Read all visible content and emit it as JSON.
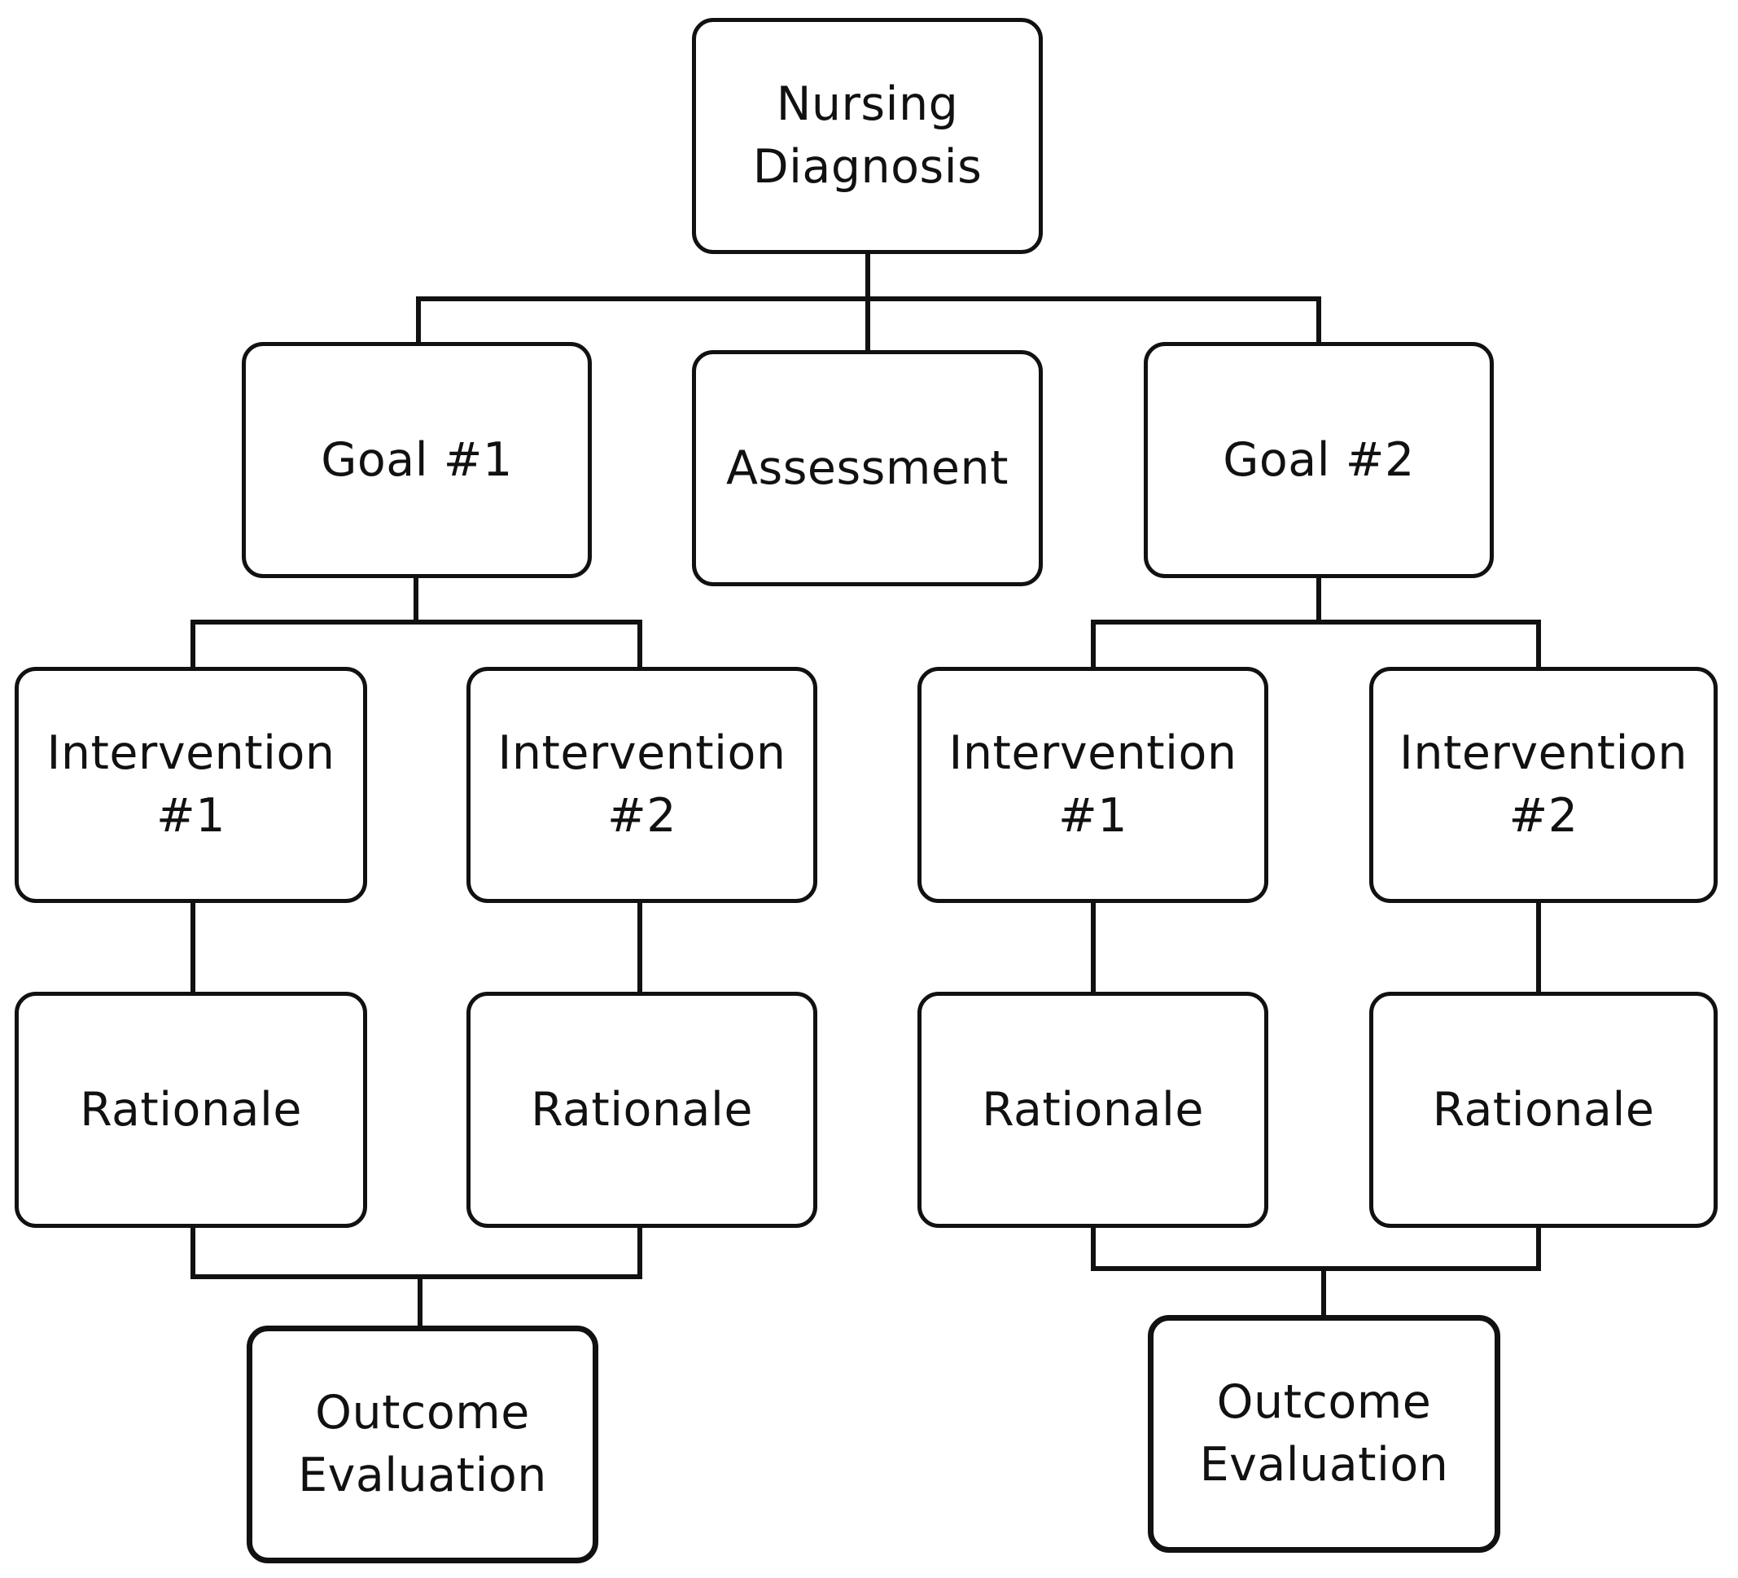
{
  "diagram": {
    "root": "Nursing\nDiagnosis",
    "assessment": "Assessment",
    "branches": [
      {
        "goal": "Goal #1",
        "interventions": [
          {
            "title": "Intervention\n#1",
            "rationale": "Rationale"
          },
          {
            "title": "Intervention\n#2",
            "rationale": "Rationale"
          }
        ],
        "outcome": "Outcome\nEvaluation"
      },
      {
        "goal": "Goal #2",
        "interventions": [
          {
            "title": "Intervention\n#1",
            "rationale": "Rationale"
          },
          {
            "title": "Intervention\n#2",
            "rationale": "Rationale"
          }
        ],
        "outcome": "Outcome\nEvaluation"
      }
    ]
  }
}
